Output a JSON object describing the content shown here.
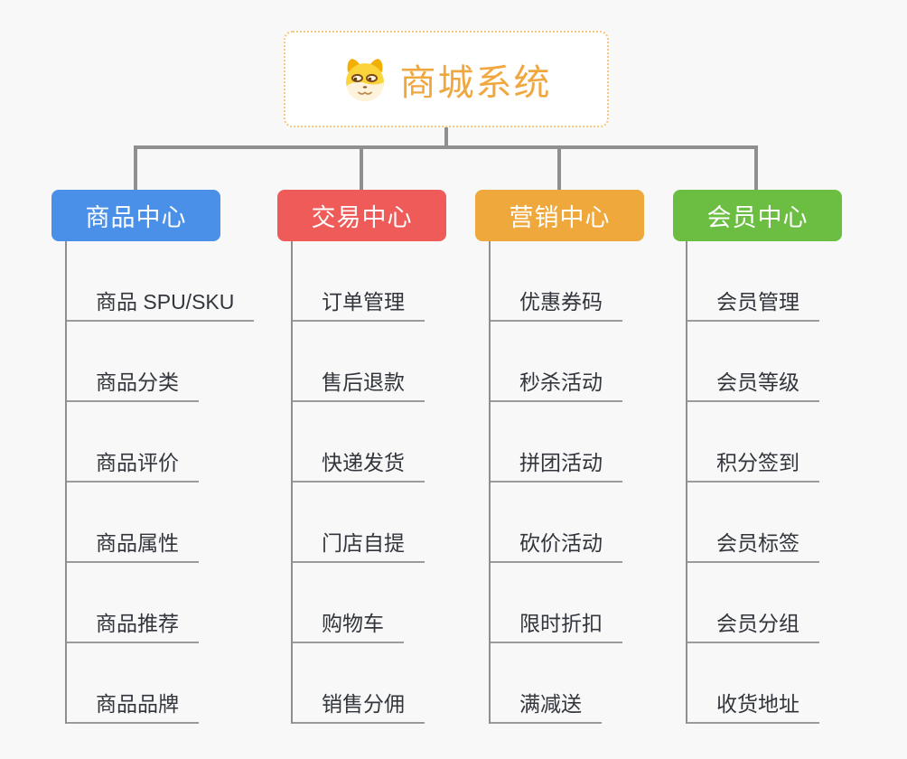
{
  "colors": {
    "background": "#f8f8f8",
    "connector": "#8f8f8f",
    "underline": "#9b9b9b",
    "item_text": "#32363c",
    "root_border": "#f5c87e",
    "root_title": "#f0a73e"
  },
  "root": {
    "title": "商城系统",
    "icon": "dog-face-icon"
  },
  "branches": [
    {
      "label": "商品中心",
      "color": "#4a90e8",
      "items": [
        "商品 SPU/SKU",
        "商品分类",
        "商品评价",
        "商品属性",
        "商品推荐",
        "商品品牌"
      ]
    },
    {
      "label": "交易中心",
      "color": "#ee5b58",
      "items": [
        "订单管理",
        "售后退款",
        "快递发货",
        "门店自提",
        "购物车",
        "销售分佣"
      ]
    },
    {
      "label": "营销中心",
      "color": "#efa83c",
      "items": [
        "优惠券码",
        "秒杀活动",
        "拼团活动",
        "砍价活动",
        "限时折扣",
        "满减送"
      ]
    },
    {
      "label": "会员中心",
      "color": "#6cbe43",
      "items": [
        "会员管理",
        "会员等级",
        "积分签到",
        "会员标签",
        "会员分组",
        "收货地址"
      ]
    }
  ]
}
